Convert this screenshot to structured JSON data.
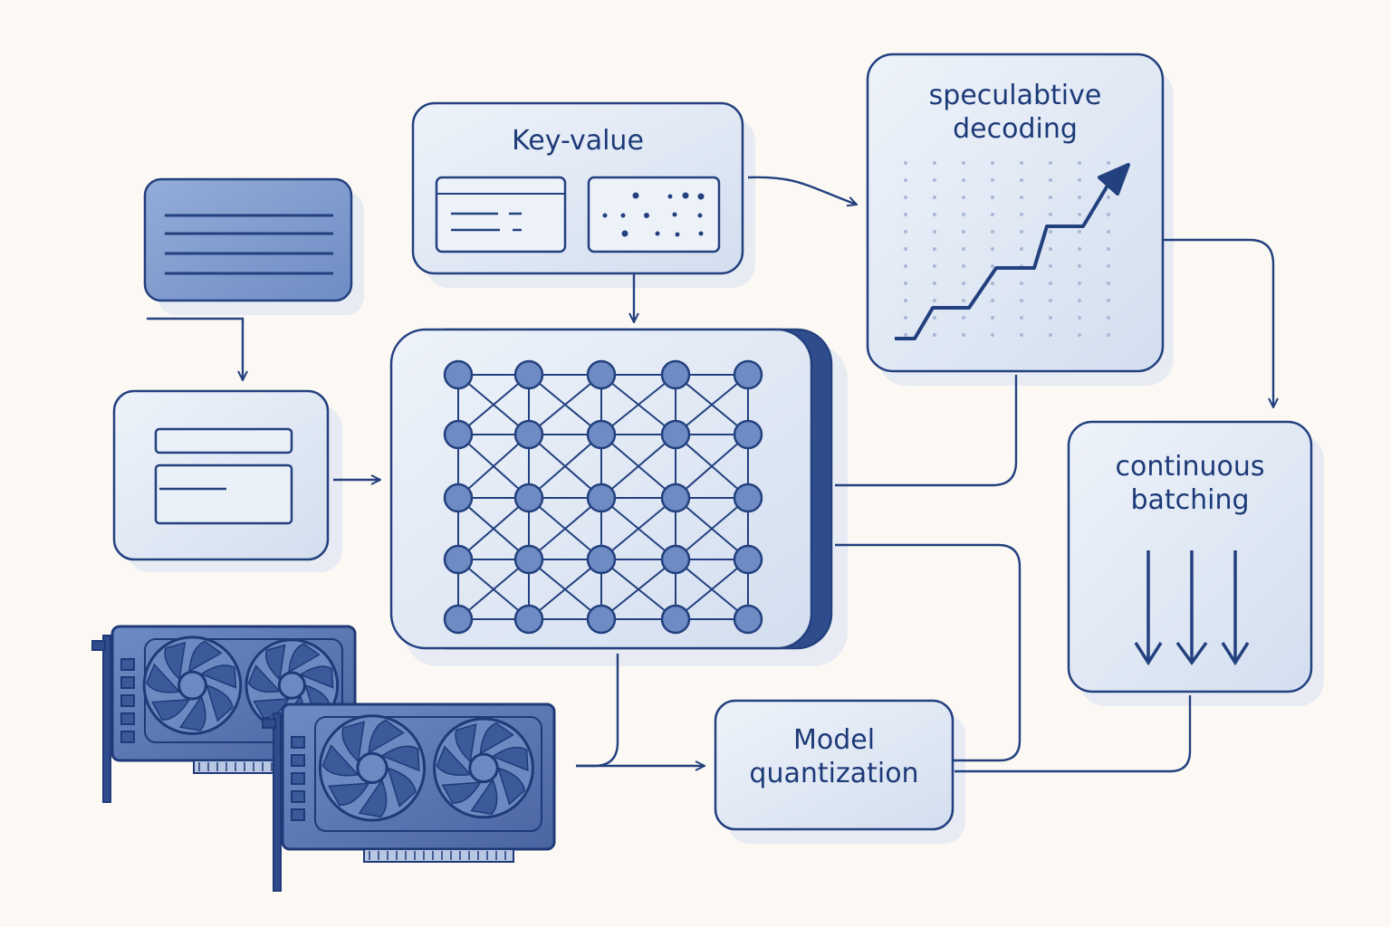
{
  "labels": {
    "kv_cache": "Key-value",
    "speculative_decoding": [
      "speculabtive",
      "decoding"
    ],
    "continuous_batching": [
      "continuous",
      "batching"
    ],
    "model_quantization": [
      "Model",
      "quantization"
    ]
  },
  "colors": {
    "ink": "#23407f",
    "node_fill": "#6f8bc4",
    "panel_fill": "#dbe5f4",
    "dark_panel_fill": "#7f9bcf",
    "gpu_fill": "#5874ad",
    "background": "#fcf9f4"
  },
  "icons": [
    "document-icon",
    "form-icon",
    "neural-network-icon",
    "gpu-card-icon",
    "rising-chart-icon",
    "down-arrows-icon"
  ]
}
